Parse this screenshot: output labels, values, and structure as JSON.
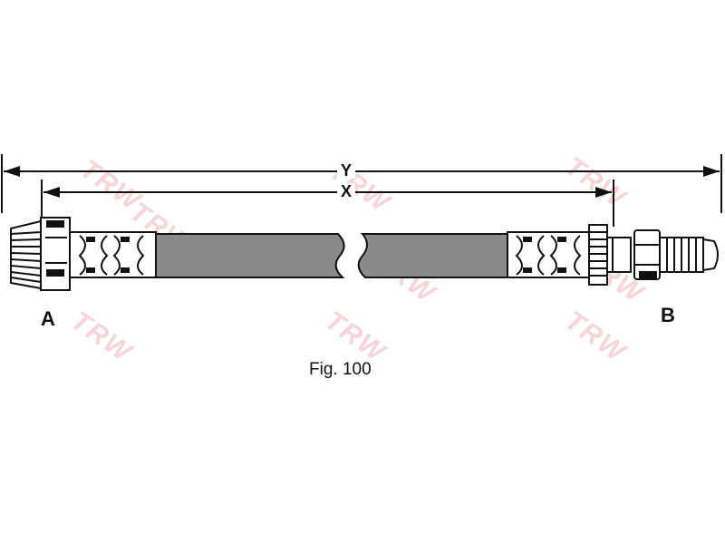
{
  "dimensions": {
    "overall_label": "Y",
    "hose_label": "X"
  },
  "ends": {
    "left_label": "A",
    "right_label": "B"
  },
  "caption": "Fig. 100",
  "watermark": {
    "text": "TRW",
    "color": "#f3c6cc"
  },
  "colors": {
    "hose": "#8a8a8a",
    "outline": "#111111"
  }
}
